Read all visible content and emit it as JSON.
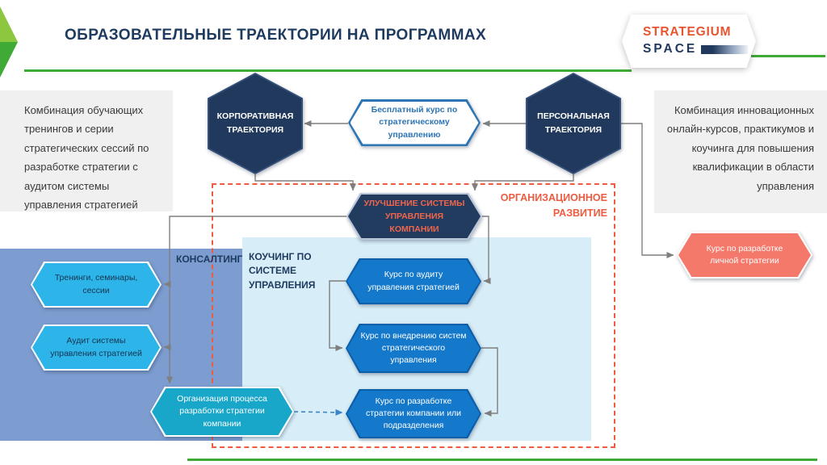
{
  "slide": {
    "title": "ОБРАЗОВАТЕЛЬНЫЕ ТРАЕКТОРИИ НА ПРОГРАММАХ"
  },
  "logo": {
    "top": "STRATEGIUM",
    "bottom": "SPACE"
  },
  "notes": {
    "left": "Комбинация обучающих тренингов и серии стратегических сессий по разработке стратегии с аудитом системы управления стратегией",
    "right": "Комбинация инновационных онлайн-курсов, практикумов и коучинга для повышения квалификации в области управления"
  },
  "nodes": {
    "corporate": "КОРПОРАТИВНАЯ ТРАЕКТОРИЯ",
    "personal": "ПЕРСОНАЛЬНАЯ ТРАЕКТОРИЯ",
    "free_course": "Бесплатный курс по стратегическому управлению",
    "improvement": "УЛУЧШЕНИЕ СИСТЕМЫ УПРАВЛЕНИЯ КОМПАНИИ",
    "personal_course": "Курс по разработке личной стратегии"
  },
  "org_development": {
    "label": "ОРГАНИЗАЦИОННОЕ РАЗВИТИЕ"
  },
  "consulting": {
    "label": "КОНСАЛТИНГ",
    "items": [
      "Тренинги, семинары, сессии",
      "Аудит системы управления стратегией",
      "Организация процесса разработки стратегии компании"
    ]
  },
  "coaching": {
    "label": "КОУЧИНГ ПО СИСТЕМЕ УПРАВЛЕНИЯ",
    "items": [
      "Курс по аудиту управления стратегией",
      "Курс по внедрению систем стратегического управления",
      "Курс по разработке стратегии компании или подразделения"
    ]
  },
  "colors": {
    "navy": "#21395c",
    "accent_green": "#3faa36",
    "light_green": "#8dc63f",
    "orange_red": "#ed5b40",
    "logo_orange": "#e8542f",
    "panel_blue": "#7d9dd1",
    "panel_light_blue": "#d7edf7",
    "cyan": "#2db5e9",
    "teal": "#18a6c9",
    "course_blue": "#1478cb",
    "salmon": "#f5796a",
    "note_gray": "#f0f0f0",
    "connector_gray": "#7f7f7f"
  }
}
